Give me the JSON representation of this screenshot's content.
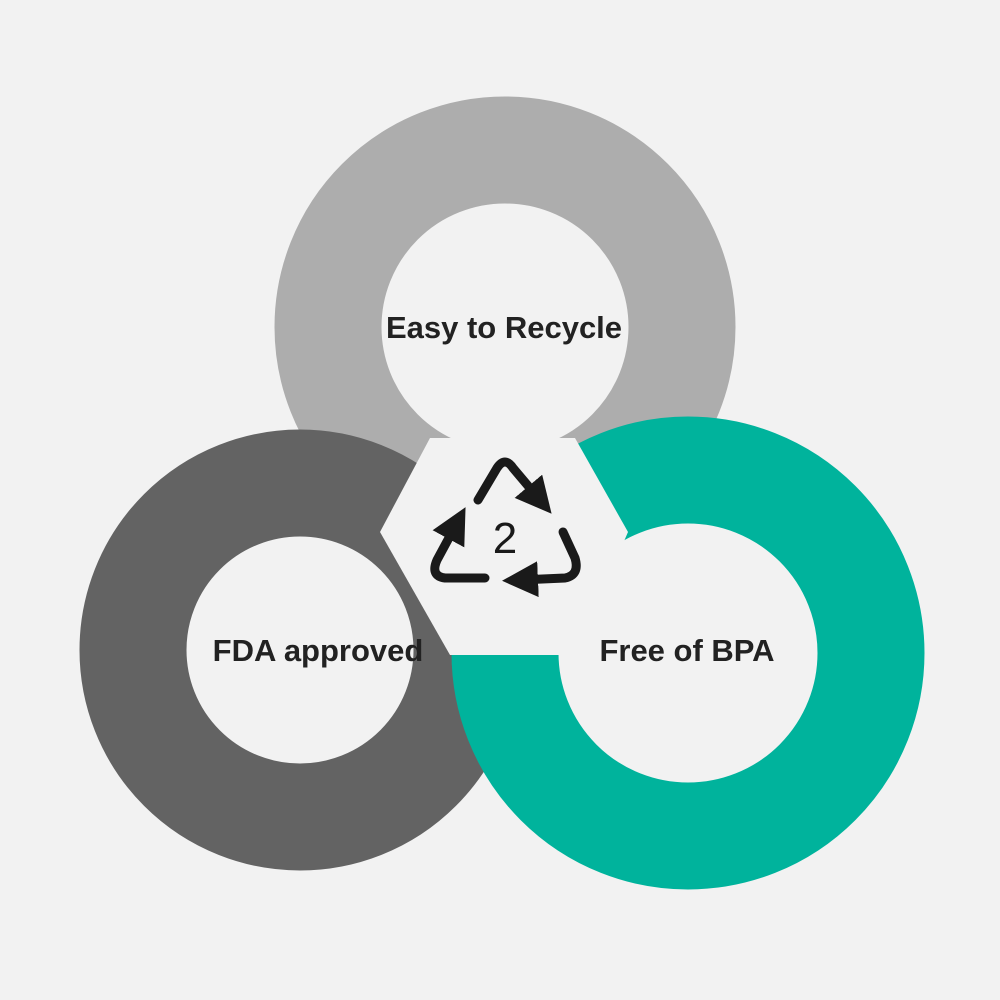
{
  "colors": {
    "background": "#f2f2f2",
    "top_ring": "#adadad",
    "left_ring": "#636363",
    "right_ring": "#00b39c",
    "text": "#222222",
    "symbol": "#1a1a1a"
  },
  "rings": {
    "top_label": "Easy to Recycle",
    "left_label": "FDA approved",
    "right_label": "Free of BPA"
  },
  "recycling_symbol": {
    "icon": "recycle-triangle-icon",
    "code": "2"
  }
}
